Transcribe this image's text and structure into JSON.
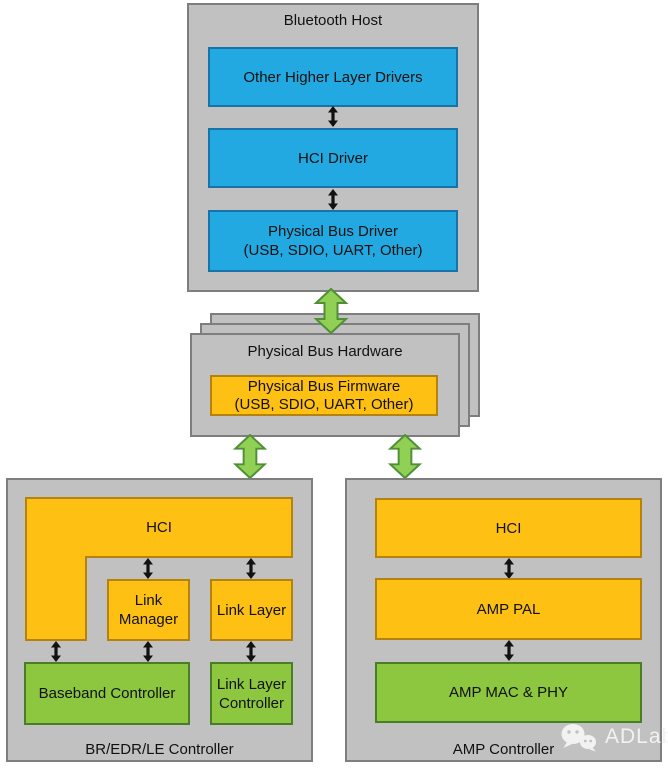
{
  "colors": {
    "gray": "#c1c1c1",
    "gray_border": "#7e7e7e",
    "blue": "#23a9e1",
    "blue_border": "#1873a8",
    "orange": "#fdc013",
    "orange_border": "#b5820e",
    "green": "#8dc63f",
    "green_border": "#4a7d27",
    "arrow_green": "#90d055",
    "arrow_green_border": "#4f8f35",
    "text": "#111111",
    "watermark": "#f2f2f2"
  },
  "host": {
    "title": "Bluetooth Host",
    "other_drivers": "Other Higher Layer Drivers",
    "hci_driver": "HCI Driver",
    "bus_driver_line1": "Physical Bus Driver",
    "bus_driver_line2": "(USB, SDIO, UART, Other)"
  },
  "bus_hardware": {
    "title": "Physical Bus Hardware",
    "firmware_line1": "Physical Bus Firmware",
    "firmware_line2": "(USB, SDIO, UART, Other)"
  },
  "bredr_controller": {
    "title": "BR/EDR/LE Controller",
    "hci": "HCI",
    "link_manager": "Link Manager",
    "link_layer": "Link Layer",
    "baseband": "Baseband Controller",
    "link_layer_controller": "Link Layer Controller"
  },
  "amp_controller": {
    "title": "AMP Controller",
    "hci": "HCI",
    "amp_pal": "AMP PAL",
    "amp_mac_phy": "AMP MAC & PHY"
  },
  "watermark": {
    "label": "ADLab",
    "icon": "wechat-icon"
  }
}
